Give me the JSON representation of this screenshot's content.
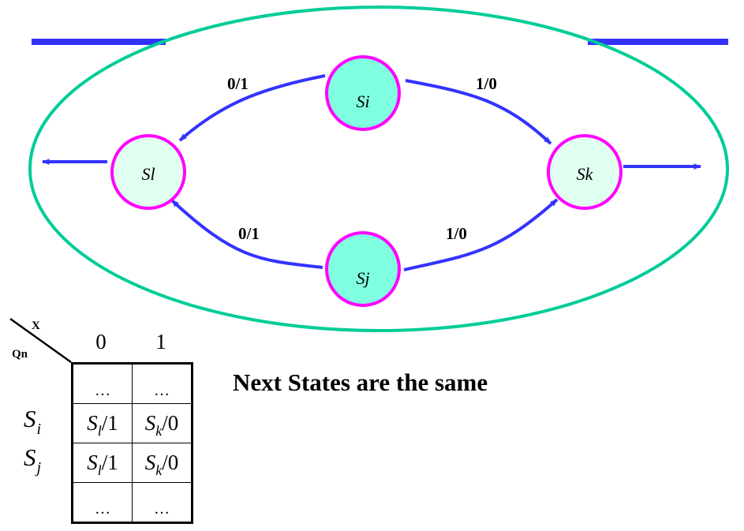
{
  "diagram": {
    "colors": {
      "ellipse": "#00cc99",
      "bar": "#3333ff",
      "edge": "#3333ff",
      "node_stroke": "#ff00ff",
      "node_fill_source": "#80ffe0",
      "node_fill_target": "#e0fff0"
    },
    "nodes": [
      {
        "id": "Si",
        "label": "Si",
        "role": "source"
      },
      {
        "id": "Sj",
        "label": "Sj",
        "role": "source"
      },
      {
        "id": "Sl",
        "label": "Sl",
        "role": "target"
      },
      {
        "id": "Sk",
        "label": "Sk",
        "role": "target"
      }
    ],
    "edges": [
      {
        "from": "Si",
        "to": "Sl",
        "label": "0/1"
      },
      {
        "from": "Si",
        "to": "Sk",
        "label": "1/0"
      },
      {
        "from": "Sj",
        "to": "Sl",
        "label": "0/1"
      },
      {
        "from": "Sj",
        "to": "Sk",
        "label": "1/0"
      }
    ],
    "exits": [
      {
        "from": "Sl",
        "direction": "left"
      },
      {
        "from": "Sk",
        "direction": "right"
      }
    ]
  },
  "table": {
    "header_input": "X",
    "header_state": "Qn",
    "columns": [
      "0",
      "1"
    ],
    "rows": [
      {
        "state": "",
        "state_sub": "",
        "cells": [
          {
            "text": "…"
          },
          {
            "text": "…"
          }
        ],
        "ellipsis": true
      },
      {
        "state": "S",
        "state_sub": "i",
        "cells": [
          {
            "state": "S",
            "sub": "l",
            "out": "/1"
          },
          {
            "state": "S",
            "sub": "k",
            "out": "/0"
          }
        ]
      },
      {
        "state": "S",
        "state_sub": "j",
        "cells": [
          {
            "state": "S",
            "sub": "l",
            "out": "/1"
          },
          {
            "state": "S",
            "sub": "k",
            "out": "/0"
          }
        ]
      },
      {
        "state": "",
        "state_sub": "",
        "cells": [
          {
            "text": "…"
          },
          {
            "text": "…"
          }
        ],
        "ellipsis": true
      }
    ]
  },
  "caption": "Next States are the same"
}
